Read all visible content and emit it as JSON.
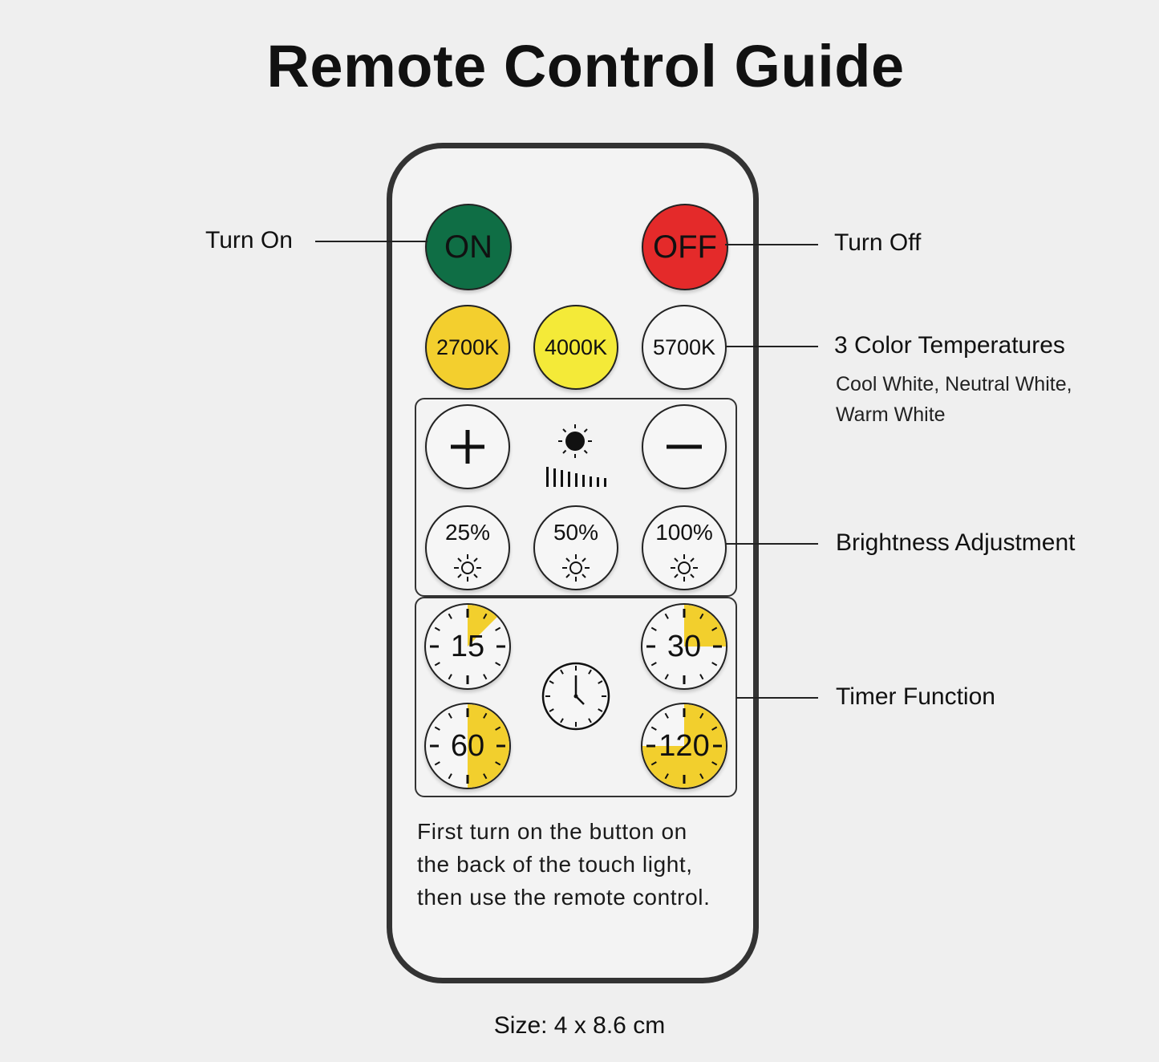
{
  "title": "Remote Control Guide",
  "buttons": {
    "on": "ON",
    "off": "OFF",
    "temp_2700": "2700K",
    "temp_4000": "4000K",
    "temp_5700": "5700K",
    "plus": "+",
    "minus": "−",
    "bri_25": "25%",
    "bri_50": "50%",
    "bri_100": "100%",
    "timer_15": "15",
    "timer_30": "30",
    "timer_60": "60",
    "timer_120": "120"
  },
  "timer_fill": {
    "timer_15": 0.125,
    "timer_30": 0.25,
    "timer_60": 0.5,
    "timer_120": 0.75
  },
  "callouts": {
    "turn_on": "Turn On",
    "turn_off": "Turn Off",
    "color_temps": "3 Color Temperatures",
    "color_temps_sub1": "Cool White, Neutral White,",
    "color_temps_sub2": "Warm White",
    "brightness": "Brightness Adjustment",
    "timer": "Timer Function"
  },
  "note": {
    "line1": "First turn on the button on",
    "line2": "the back of the touch light,",
    "line3": "then use the remote control."
  },
  "size": "Size: 4 x 8.6 cm",
  "colors": {
    "on": "#0f6e45",
    "off": "#e42a2a",
    "warm": "#f3cf2e",
    "neutral": "#f4ea38",
    "cool": "#f6f6f6",
    "timer_fill": "#f2cf2d"
  },
  "icons": [
    "sun-icon",
    "brightness-bars-icon",
    "clock-icon"
  ]
}
